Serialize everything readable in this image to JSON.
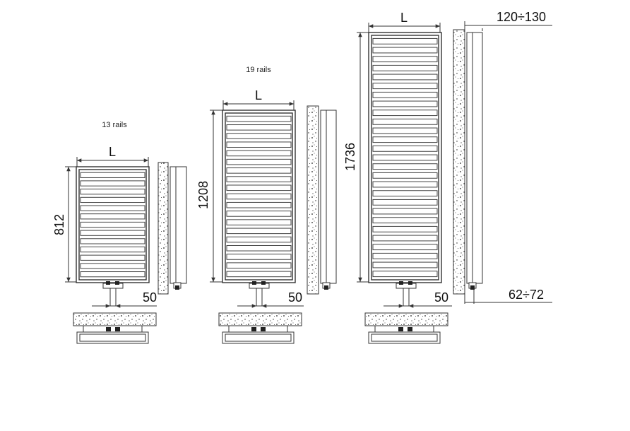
{
  "radiators": [
    {
      "rails_label": "13 rails",
      "height_label": "812",
      "width_label": "L",
      "offset_label": "50",
      "rails": 13
    },
    {
      "rails_label": "19 rails",
      "height_label": "1208",
      "width_label": "L",
      "offset_label": "50",
      "rails": 19
    },
    {
      "rails_label": "",
      "height_label": "1736",
      "width_label": "L",
      "offset_label": "50",
      "rails": 27
    }
  ],
  "wall_depth_label": "120÷130",
  "pipe_depth_label": "62÷72"
}
